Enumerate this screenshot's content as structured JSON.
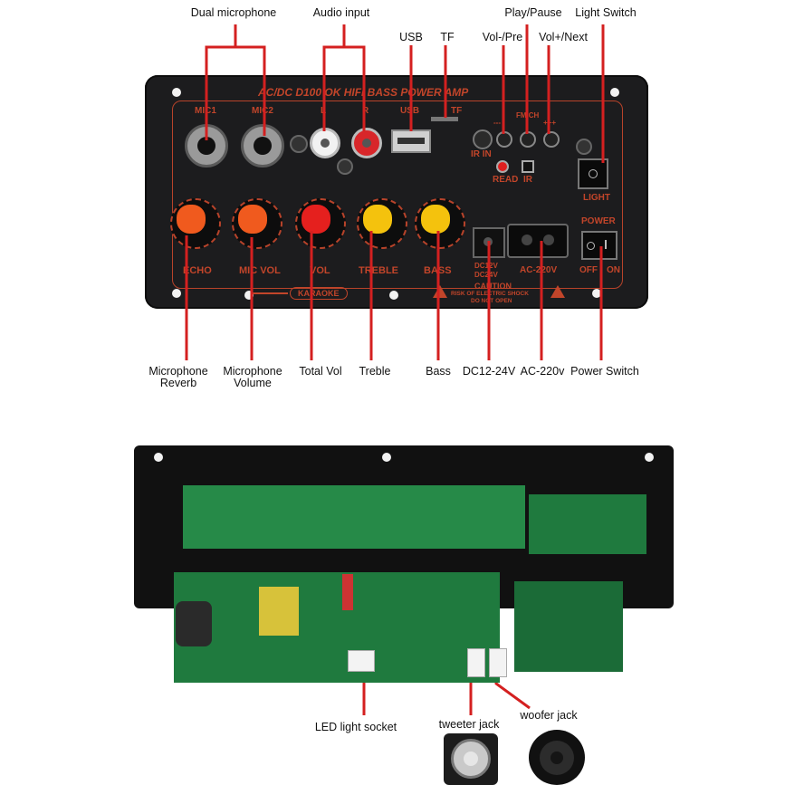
{
  "top_labels": {
    "dual_mic": "Dual microphone",
    "audio_input": "Audio input",
    "usb": "USB",
    "tf": "TF",
    "vol_pre": "Vol-/Pre",
    "play_pause": "Play/Pause",
    "vol_next": "Vol+/Next",
    "light_switch": "Light Switch"
  },
  "bottom_labels": {
    "mic_reverb_1": "Microphone",
    "mic_reverb_2": "Reverb",
    "mic_volume_1": "Microphone",
    "mic_volume_2": "Volume",
    "total_vol": "Total  Vol",
    "treble": "Treble",
    "bass": "Bass",
    "dc": "DC12-24V",
    "ac": "AC-220v",
    "power_switch": "Power Switch"
  },
  "panel": {
    "title": "AC/DC  D100  OK  HIFI    BASS  POWER  AMP",
    "mic1": "MIC1",
    "mic2": "MIC2",
    "l": "L",
    "r": "R",
    "usb": "USB",
    "tf": "TF",
    "fm_ch": "FM CH",
    "minus": "---",
    "next": "+++",
    "ir_in": "IR IN",
    "read": "READ",
    "ir": "IR",
    "light": "LIGHT",
    "power": "POWER",
    "off": "OFF",
    "on": "ON",
    "knobs": [
      "ECHO",
      "MIC VOL",
      "VOL",
      "TREBLE",
      "BASS"
    ],
    "dc_line1": "DC12V",
    "dc_line2": "DC24V",
    "ac": "AC-220V",
    "karaoke": "KARAOKE",
    "caution": "CAUTION",
    "caution_1": "RISK OF ELECTRIC SHOCK",
    "caution_2": "DO NOT OPEN"
  },
  "board_labels": {
    "led_socket": "LED light socket",
    "tweeter": "tweeter jack",
    "woofer": "woofer jack"
  },
  "colors": {
    "callout": "#d42020",
    "panel_text": "#c2452a",
    "orange_knob": "#f05a1e",
    "red_knob": "#e5201e",
    "yellow_knob": "#f4c20d",
    "pcb": "#1f7a3e"
  }
}
